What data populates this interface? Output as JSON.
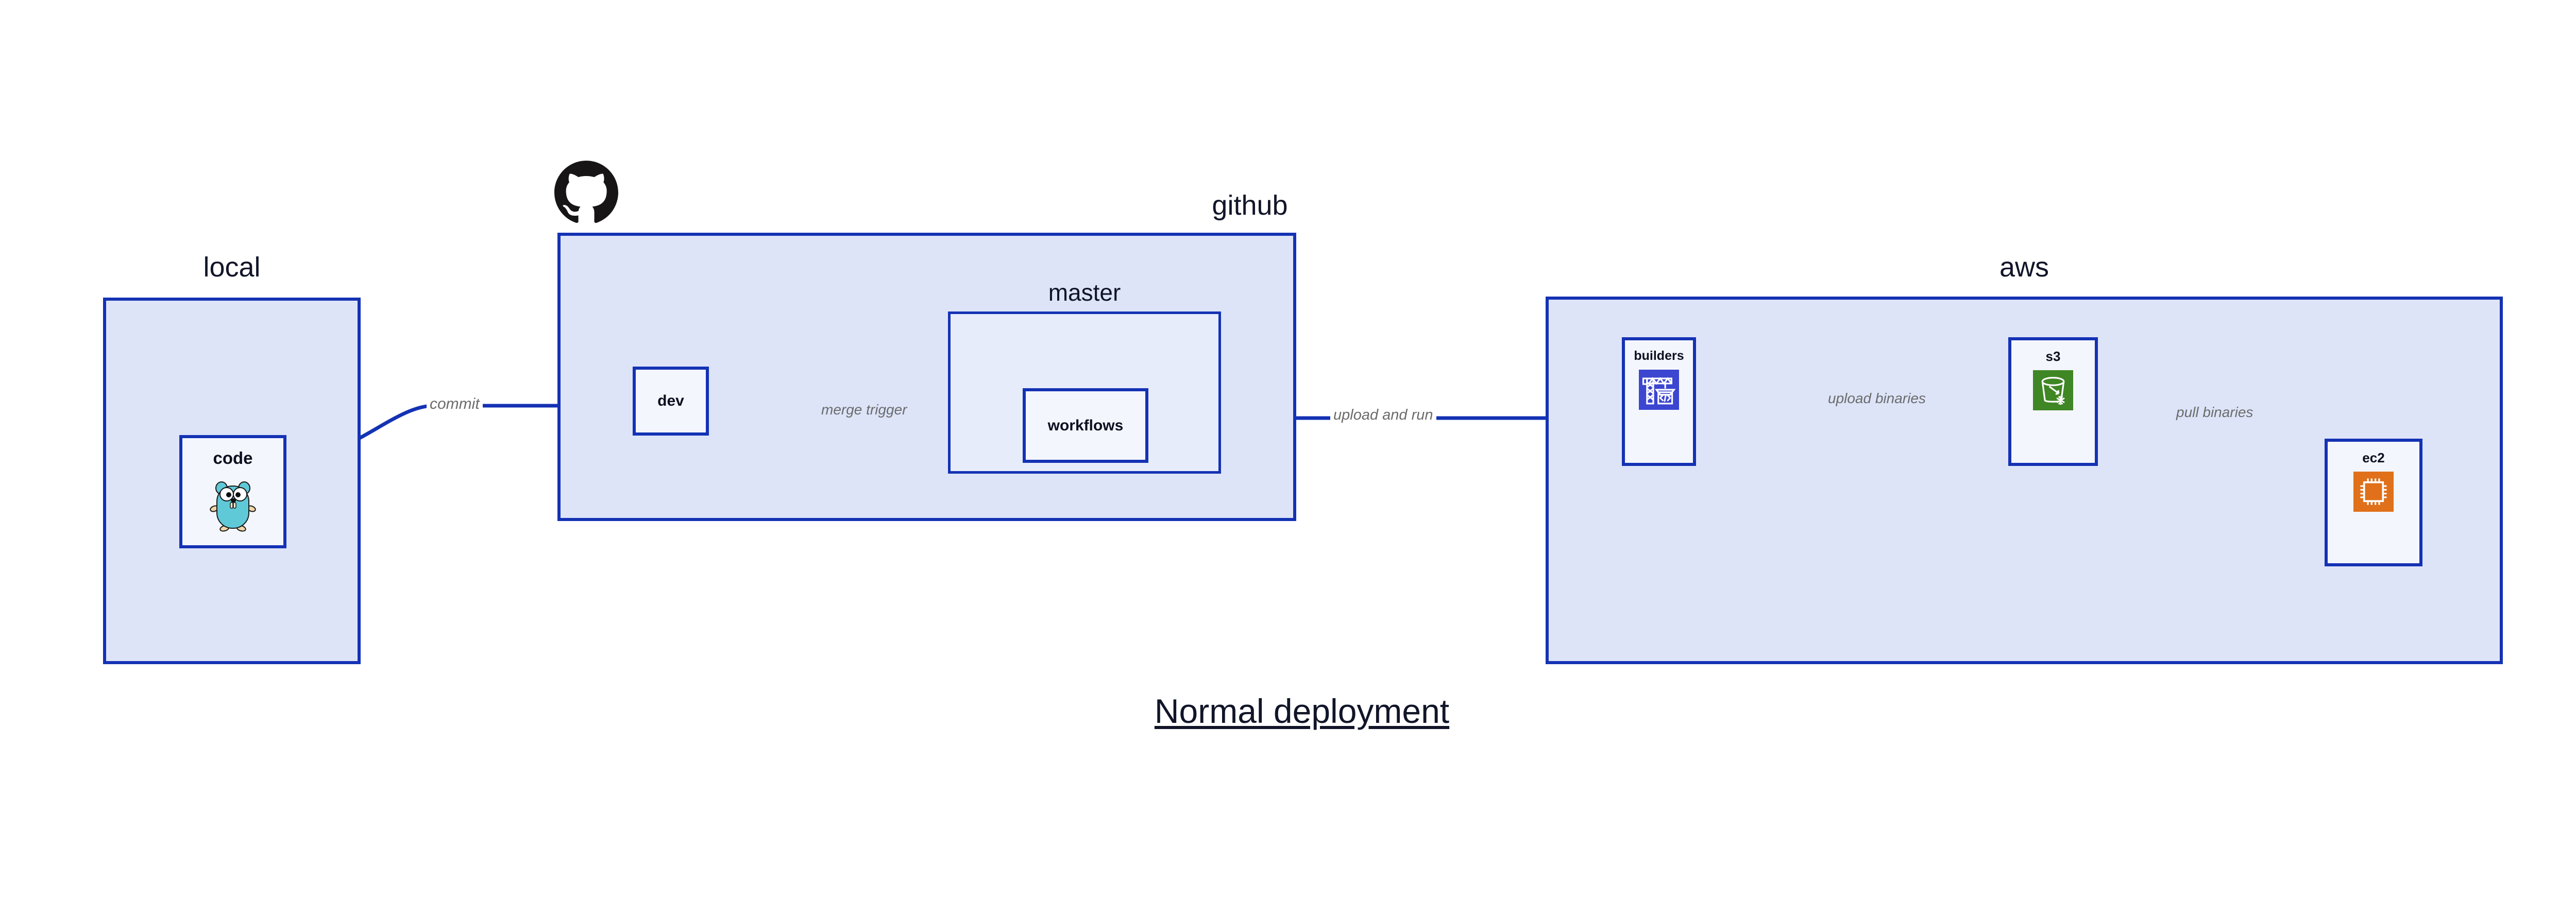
{
  "title": {
    "text": "Normal deployment"
  },
  "clusters": [
    {
      "id": "local",
      "label": "local"
    },
    {
      "id": "github",
      "label": "github"
    },
    {
      "id": "master",
      "label": "master"
    },
    {
      "id": "aws",
      "label": "aws"
    }
  ],
  "nodes": [
    {
      "id": "code",
      "label": "code",
      "icon": "go-gopher-icon"
    },
    {
      "id": "dev",
      "label": "dev",
      "icon": "none"
    },
    {
      "id": "workflows",
      "label": "workflows",
      "icon": "none"
    },
    {
      "id": "builders",
      "label": "builders",
      "icon": "aws-codebuild-icon"
    },
    {
      "id": "s3",
      "label": "s3",
      "icon": "aws-s3-glacier-icon"
    },
    {
      "id": "ec2",
      "label": "ec2",
      "icon": "aws-ec2-icon"
    }
  ],
  "edges": [
    {
      "id": "commit",
      "label": "commit",
      "from": "code",
      "to": "dev"
    },
    {
      "id": "merge-trigger",
      "label": "merge trigger",
      "from": "dev",
      "to": "workflows"
    },
    {
      "id": "upload-and-run",
      "label": "upload and run",
      "from": "workflows",
      "to": "builders"
    },
    {
      "id": "upload-binaries",
      "label": "upload binaries",
      "from": "builders",
      "to": "s3"
    },
    {
      "id": "pull-binaries",
      "label": "pull binaries",
      "from": "s3",
      "to": "ec2"
    }
  ],
  "icons": {
    "github_mark": "github-octocat-icon"
  },
  "colors": {
    "cluster_fill": "#dde4f8",
    "cluster_inner_fill": "#e7ecfb",
    "node_fill": "#eaeffc",
    "node_pale_fill": "#f4f6fd",
    "border_blue": "#1432b4",
    "edge_blue": "#1432b4",
    "edge_label_gray": "#6b6b6b",
    "title_navy": "#111528",
    "codebuild_blue": "#3c46d0",
    "s3_glacier_green": "#3f8624",
    "ec2_orange": "#e0701a",
    "gopher_cyan": "#5fc9d8",
    "github_black": "#171515",
    "background": "#ffffff"
  }
}
